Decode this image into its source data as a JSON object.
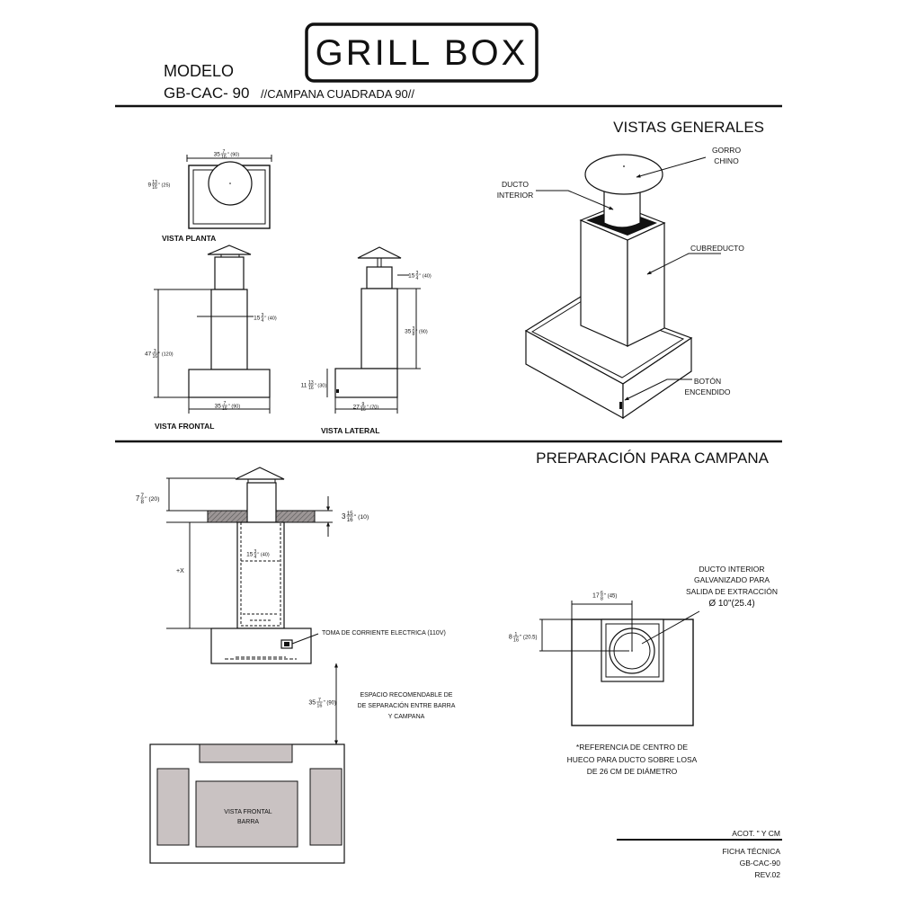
{
  "header": {
    "logo_text": "GRILL BOX",
    "model_label": "MODELO",
    "model_code": "GB-CAC- 90",
    "model_description": "//CAMPANA CUADRADA  90//"
  },
  "general_views": {
    "title": "VISTAS GENERALES",
    "plan": {
      "label": "VISTA PLANTA",
      "width_dim": {
        "whole": "35",
        "num": "7",
        "den": "16",
        "suffix": "\" (90)"
      },
      "depth_dim": {
        "whole": "9",
        "num": "13",
        "den": "16",
        "suffix": "\" (25)"
      }
    },
    "front": {
      "label": "VISTA FRONTAL",
      "height_dim": {
        "whole": "47",
        "num": "3",
        "den": "16",
        "suffix": "\" (120)"
      },
      "duct_dim": {
        "whole": "15",
        "num": "3",
        "den": "4",
        "suffix": "\" (40)"
      },
      "width_dim": {
        "whole": "35",
        "num": "7",
        "den": "16",
        "suffix": "\" (90)"
      }
    },
    "side": {
      "label": "VISTA LATERAL",
      "top_dim": {
        "whole": "15",
        "num": "3",
        "den": "4",
        "suffix": "\" (40)"
      },
      "duct_dim": {
        "whole": "35",
        "num": "3",
        "den": "8",
        "suffix": "\" (90)"
      },
      "base_height_dim": {
        "whole": "11",
        "num": "13",
        "den": "16",
        "suffix": "\" (30)"
      },
      "base_width_dim": {
        "whole": "27",
        "num": "9",
        "den": "16",
        "suffix": "\" (70)"
      }
    },
    "iso_labels": {
      "cap": [
        "GORRO",
        "CHINO"
      ],
      "inner_duct": [
        "DUCTO",
        "INTERIOR"
      ],
      "duct_cover": "CUBREDUCTO",
      "button": [
        "BOTÓN",
        "ENCENDIDO"
      ]
    }
  },
  "preparation": {
    "title": "PREPARACIÓN PARA CAMPANA",
    "cap_dim": {
      "whole": "7",
      "num": "7",
      "den": "8",
      "suffix": "\" (20)"
    },
    "slab_dim": {
      "whole": "3",
      "num": "15",
      "den": "16",
      "suffix": "\" (10)"
    },
    "height_label": "+X",
    "inner_dim": {
      "whole": "15",
      "num": "3",
      "den": "4",
      "suffix": "\" (40)"
    },
    "outlet_label": "TOMA DE CORRIENTE ELECTRICA (110V)",
    "clearance_dim": {
      "whole": "35",
      "num": "7",
      "den": "16",
      "suffix": "\" (90)"
    },
    "clearance_note": [
      "ESPACIO RECOMENDABLE DE",
      "DE SEPARACIÓN ENTRE BARRA",
      "Y CAMPANA"
    ],
    "bar_label": [
      "VISTA FRONTAL",
      "BARRA"
    ],
    "duct_title": [
      "DUCTO INTERIOR",
      "GALVANIZADO PARA",
      "SALIDA DE EXTRACCIÓN"
    ],
    "duct_diameter": "Ø 10\"(25.4)",
    "opening_width_dim": {
      "whole": "17",
      "num": "6",
      "den": "8",
      "suffix": "\" (45)"
    },
    "opening_depth_dim": {
      "whole": "8",
      "num": "1",
      "den": "16",
      "suffix": "\" (20.5)"
    },
    "reference_note": [
      "*REFERENCIA DE CENTRO DE",
      "HUECO PARA DUCTO SOBRE LOSA",
      "DE 26 CM DE DIÁMETRO"
    ]
  },
  "footer": {
    "units": "ACOT. \" Y CM",
    "sheet_lines": [
      "FICHA TÉCNICA",
      "GB-CAC-90",
      "REV.02"
    ]
  }
}
